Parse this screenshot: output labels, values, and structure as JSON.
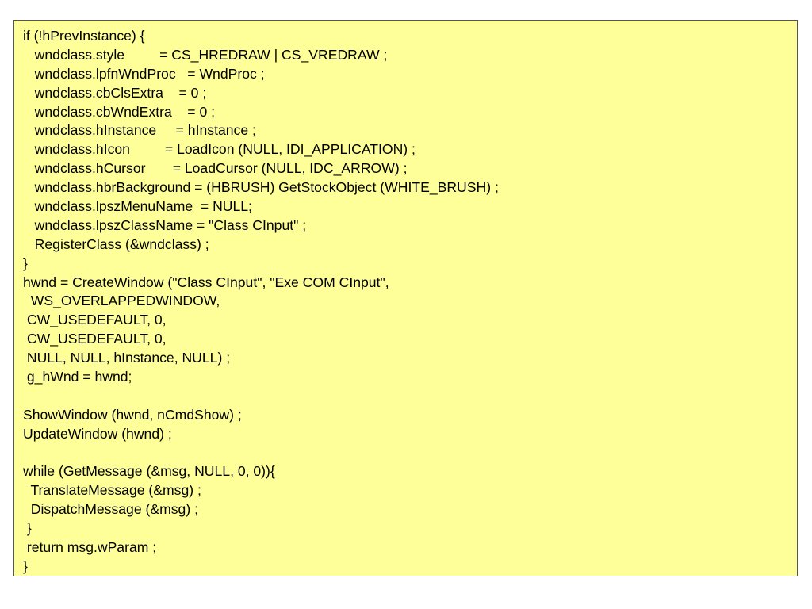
{
  "code": {
    "lines": [
      "if (!hPrevInstance) {",
      "   wndclass.style         = CS_HREDRAW | CS_VREDRAW ;",
      "   wndclass.lpfnWndProc   = WndProc ;",
      "   wndclass.cbClsExtra    = 0 ;",
      "   wndclass.cbWndExtra    = 0 ;",
      "   wndclass.hInstance     = hInstance ;",
      "   wndclass.hIcon         = LoadIcon (NULL, IDI_APPLICATION) ;",
      "   wndclass.hCursor       = LoadCursor (NULL, IDC_ARROW) ;",
      "   wndclass.hbrBackground = (HBRUSH) GetStockObject (WHITE_BRUSH) ;",
      "   wndclass.lpszMenuName  = NULL;",
      "   wndclass.lpszClassName = \"Class CInput\" ;",
      "   RegisterClass (&wndclass) ;",
      "}",
      "hwnd = CreateWindow (\"Class CInput\", \"Exe COM CInput\",",
      "  WS_OVERLAPPEDWINDOW,",
      " CW_USEDEFAULT, 0,",
      " CW_USEDEFAULT, 0,",
      " NULL, NULL, hInstance, NULL) ;",
      " g_hWnd = hwnd;",
      "",
      "ShowWindow (hwnd, nCmdShow) ;",
      "UpdateWindow (hwnd) ;",
      "",
      "while (GetMessage (&msg, NULL, 0, 0)){",
      "  TranslateMessage (&msg) ;",
      "  DispatchMessage (&msg) ;",
      " }",
      " return msg.wParam ;",
      "}"
    ]
  },
  "colors": {
    "box_background": "#ffff99",
    "box_border": "#555555",
    "text": "#000000"
  }
}
